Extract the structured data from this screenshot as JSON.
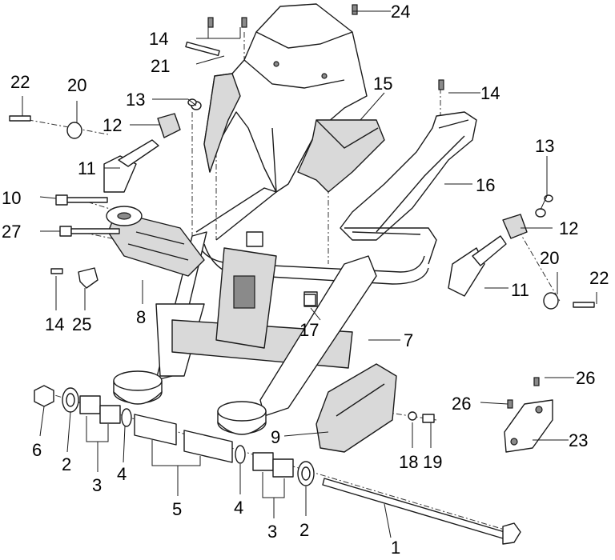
{
  "callouts": [
    {
      "id": "c1",
      "text": "1"
    },
    {
      "id": "c2a",
      "text": "2"
    },
    {
      "id": "c2b",
      "text": "2"
    },
    {
      "id": "c3a",
      "text": "3"
    },
    {
      "id": "c3b",
      "text": "3"
    },
    {
      "id": "c4a",
      "text": "4"
    },
    {
      "id": "c4b",
      "text": "4"
    },
    {
      "id": "c5",
      "text": "5"
    },
    {
      "id": "c6",
      "text": "6"
    },
    {
      "id": "c7",
      "text": "7"
    },
    {
      "id": "c8",
      "text": "8"
    },
    {
      "id": "c9",
      "text": "9"
    },
    {
      "id": "c10",
      "text": "10"
    },
    {
      "id": "c11a",
      "text": "11"
    },
    {
      "id": "c11b",
      "text": "11"
    },
    {
      "id": "c12a",
      "text": "12"
    },
    {
      "id": "c12b",
      "text": "12"
    },
    {
      "id": "c13a",
      "text": "13"
    },
    {
      "id": "c13b",
      "text": "13"
    },
    {
      "id": "c14a",
      "text": "14"
    },
    {
      "id": "c14b",
      "text": "14"
    },
    {
      "id": "c14c",
      "text": "14"
    },
    {
      "id": "c15",
      "text": "15"
    },
    {
      "id": "c16",
      "text": "16"
    },
    {
      "id": "c17",
      "text": "17"
    },
    {
      "id": "c18",
      "text": "18"
    },
    {
      "id": "c19",
      "text": "19"
    },
    {
      "id": "c20a",
      "text": "20"
    },
    {
      "id": "c20b",
      "text": "20"
    },
    {
      "id": "c21",
      "text": "21"
    },
    {
      "id": "c22a",
      "text": "22"
    },
    {
      "id": "c22b",
      "text": "22"
    },
    {
      "id": "c23",
      "text": "23"
    },
    {
      "id": "c24",
      "text": "24"
    },
    {
      "id": "c25",
      "text": "25"
    },
    {
      "id": "c26a",
      "text": "26"
    },
    {
      "id": "c26b",
      "text": "26"
    },
    {
      "id": "c27",
      "text": "27"
    }
  ]
}
